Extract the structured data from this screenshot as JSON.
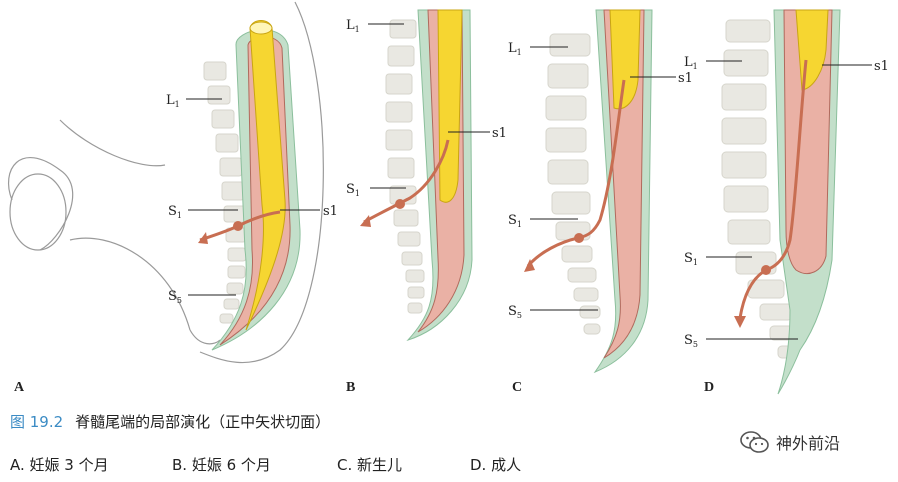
{
  "figure": {
    "panels": [
      {
        "letter": "A",
        "labels": [
          {
            "text": "L",
            "sub": "1"
          },
          {
            "text": "S",
            "sub": "1"
          },
          {
            "text": "s1"
          },
          {
            "text": "S",
            "sub": "5"
          }
        ]
      },
      {
        "letter": "B",
        "labels": [
          {
            "text": "L",
            "sub": "1"
          },
          {
            "text": "s1"
          },
          {
            "text": "S",
            "sub": "1"
          }
        ]
      },
      {
        "letter": "C",
        "labels": [
          {
            "text": "L",
            "sub": "1"
          },
          {
            "text": "s1"
          },
          {
            "text": "S",
            "sub": "1"
          },
          {
            "text": "S",
            "sub": "5"
          }
        ]
      },
      {
        "letter": "D",
        "labels": [
          {
            "text": "L",
            "sub": "1"
          },
          {
            "text": "s1"
          },
          {
            "text": "S",
            "sub": "1"
          },
          {
            "text": "S",
            "sub": "5"
          }
        ]
      }
    ]
  },
  "caption": {
    "number": "图 19.2",
    "title": "脊髓尾端的局部演化（正中矢状切面）"
  },
  "legend": {
    "a": "A. 妊娠 3 个月",
    "b": "B. 妊娠 6 个月",
    "c": "C. 新生儿",
    "d": "D. 成人"
  },
  "watermark": {
    "text": "神外前沿",
    "icon": "wechat-icon"
  },
  "colors": {
    "cord": "#f6d631",
    "dura": "#eab1a5",
    "meninges": "#c3dfca",
    "vertebra": "#e9e8e2",
    "nerve": "#c86e52",
    "caption_blue": "#3b8bc4"
  }
}
